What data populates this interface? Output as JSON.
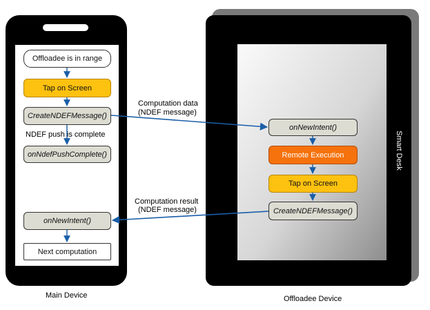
{
  "main_device": {
    "caption": "Main Device",
    "steps": {
      "in_range": "Offloadee is in range",
      "tap": "Tap on Screen",
      "create_msg": "CreateNDEFMessage()",
      "push_complete_note": "NDEF push is complete",
      "on_push_complete": "onNdefPushComplete()",
      "on_new_intent": "onNewIntent()",
      "next": "Next computation"
    }
  },
  "offloadee_device": {
    "caption": "Offloadee Device",
    "side_label": "Smart Desk",
    "steps": {
      "on_new_intent": "onNewIntent()",
      "remote_exec": "Remote Execution",
      "tap": "Tap on Screen",
      "create_msg": "CreateNDEFMessage()"
    }
  },
  "transfers": {
    "send_line1": "Computation data",
    "send_line2": "(NDEF message)",
    "result_line1": "Computation result",
    "result_line2": "(NDEF message)"
  },
  "colors": {
    "arrow": "#1a5ea8",
    "tap_box": "#fdc10f",
    "remote_exec_box": "#f5720d",
    "method_box": "#dcdcd2"
  }
}
